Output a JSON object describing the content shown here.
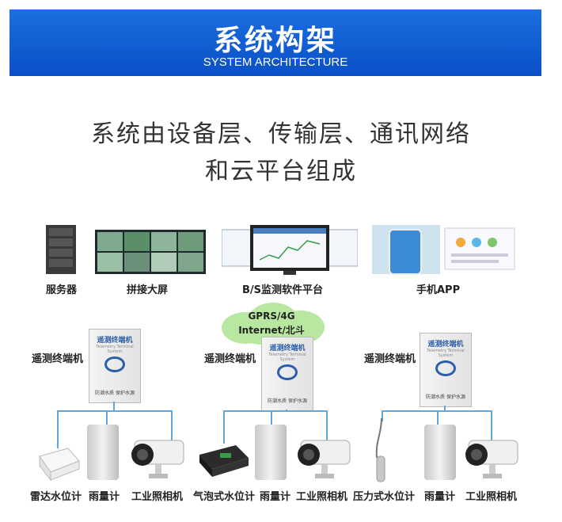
{
  "header": {
    "title": "系统构架",
    "subtitle": "SYSTEM ARCHITECTURE"
  },
  "intro": {
    "line1": "系统由设备层、传输层、通讯网络",
    "line2": "和云平台组成"
  },
  "platforms": [
    {
      "label": "服务器",
      "icon": "server-icon"
    },
    {
      "label": "拼接大屏",
      "icon": "video-wall-icon"
    },
    {
      "label": "B/S监测软件平台",
      "icon": "monitor-software-icon"
    },
    {
      "label": "手机APP",
      "icon": "mobile-app-icon"
    }
  ],
  "network": {
    "line1": "GPRS/4G",
    "line2": "Internet/北斗"
  },
  "terminals": [
    {
      "label": "遥测终端机",
      "cabinet_title": "遥测终端机",
      "cabinet_en": "Telemetry Terminal System",
      "cabinet_footer": "防潮水质 保护水源"
    },
    {
      "label": "遥测终端机",
      "cabinet_title": "遥测终端机",
      "cabinet_en": "Telemetry Terminal System",
      "cabinet_footer": "防潮水质 保护水源"
    },
    {
      "label": "遥测终端机",
      "cabinet_title": "遥测终端机",
      "cabinet_en": "Telemetry Terminal System",
      "cabinet_footer": "防潮水质 保护水源"
    }
  ],
  "devices": [
    {
      "label": "雷达水位计",
      "icon": "radar-level-gauge-icon"
    },
    {
      "label": "雨量计",
      "icon": "rain-gauge-icon"
    },
    {
      "label": "工业照相机",
      "icon": "industrial-camera-icon"
    },
    {
      "label": "气泡式水位计",
      "icon": "bubble-level-gauge-icon"
    },
    {
      "label": "雨量计",
      "icon": "rain-gauge-icon"
    },
    {
      "label": "工业照相机",
      "icon": "industrial-camera-icon"
    },
    {
      "label": "压力式水位计",
      "icon": "pressure-level-gauge-icon"
    },
    {
      "label": "雨量计",
      "icon": "rain-gauge-icon"
    },
    {
      "label": "工业照相机",
      "icon": "industrial-camera-icon"
    }
  ]
}
